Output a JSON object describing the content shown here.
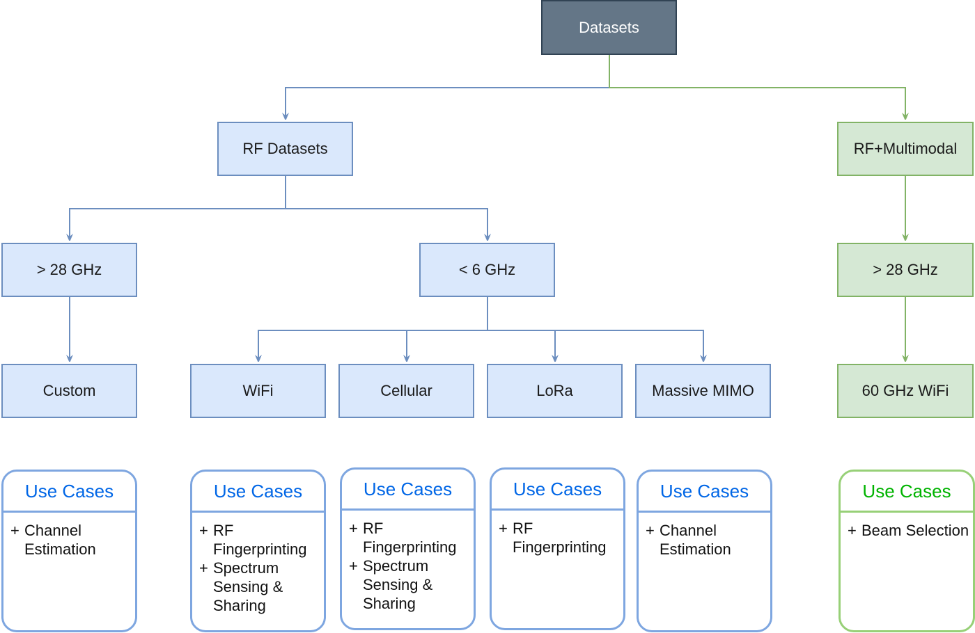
{
  "nodes": {
    "root": "Datasets",
    "rf": "RF Datasets",
    "multimodal": "RF+Multimodal",
    "rf_high": "> 28 GHz",
    "rf_low": "< 6 GHz",
    "mm_high": "> 28 GHz",
    "custom": "Custom",
    "wifi": "WiFi",
    "cellular": "Cellular",
    "lora": "LoRa",
    "massive_mimo": "Massive MIMO",
    "wifi60": "60 GHz WiFi"
  },
  "use_cases": [
    {
      "title": "Use Cases",
      "items": [
        "Channel\nEstimation"
      ]
    },
    {
      "title": "Use Cases",
      "items": [
        "RF\nFingerprinting",
        "Spectrum\nSensing &\nSharing"
      ]
    },
    {
      "title": "Use Cases",
      "items": [
        "RF\nFingerprinting",
        "Spectrum\nSensing &\nSharing"
      ]
    },
    {
      "title": "Use Cases",
      "items": [
        "RF\nFingerprinting"
      ]
    },
    {
      "title": "Use Cases",
      "items": [
        "Channel\nEstimation"
      ]
    },
    {
      "title": "Use Cases",
      "items": [
        "Beam Selection"
      ]
    }
  ],
  "bullet_symbol": "+",
  "colors": {
    "blue_fill": "#dae8fc",
    "blue_stroke": "#6c8ebf",
    "green_fill": "#d5e8d4",
    "green_stroke": "#82b366",
    "root_fill": "#647687",
    "uc_blue_title": "#0066e6",
    "uc_green_title": "#00b300"
  }
}
